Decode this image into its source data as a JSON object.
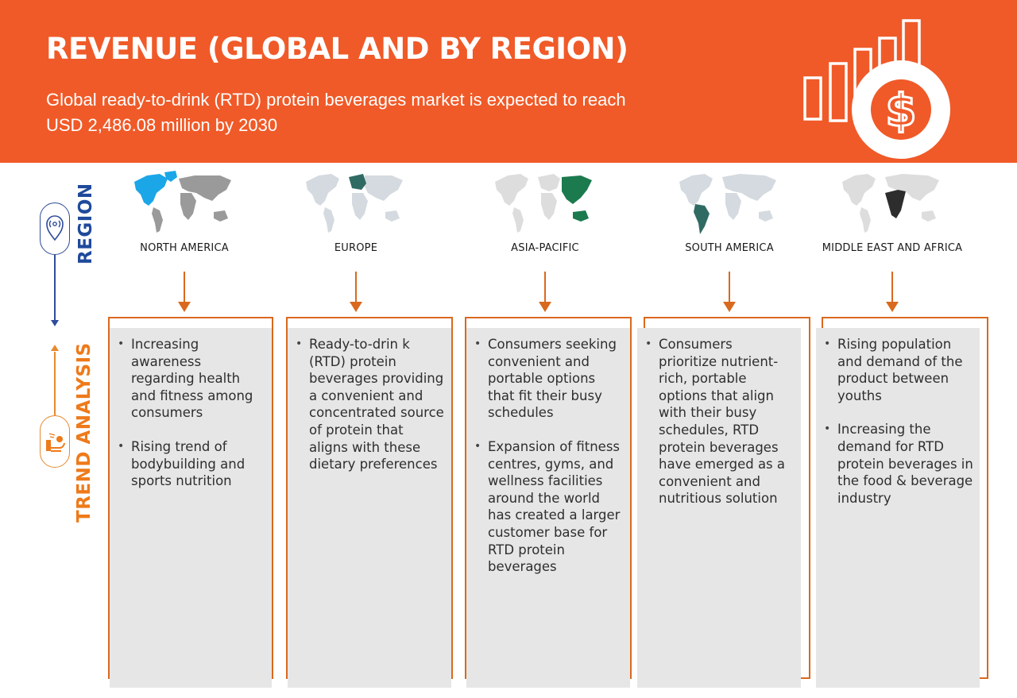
{
  "header": {
    "title": "REVENUE (GLOBAL AND BY REGION)",
    "subtitle_line1": "Global ready-to-drink (RTD) protein beverages market is expected to reach",
    "subtitle_line2": "USD 2,486.08 million by 2030",
    "background_color": "#F05A28",
    "icon": "bar-chart-dollar-coin-icon"
  },
  "rail": {
    "region_label": "REGION",
    "region_icon": "location-pin-icon",
    "region_color": "#1F4A9B",
    "trend_label": "TREND ANALYSIS",
    "trend_icon": "hand-holding-product-icon",
    "trend_color": "#EE7A1A"
  },
  "colors": {
    "arrow_and_bracket": "#D9691E",
    "card_fill": "#E6E6E6",
    "map_base": "#D4DADF"
  },
  "regions": [
    {
      "name": "NORTH AMERICA",
      "map_icon": "world-map-north-america-highlight-icon",
      "highlight_color": "#1BA6E8",
      "base_color": "#9A9A9A",
      "trends": [
        "Increasing awareness regarding health and fitness among consumers",
        "Rising trend of bodybuilding and sports nutrition"
      ]
    },
    {
      "name": "EUROPE",
      "map_icon": "world-map-europe-highlight-icon",
      "highlight_color": "#2F6B63",
      "base_color": "#D4DADF",
      "trends": [
        "Ready-to-drin k (RTD) protein beverages providing a convenient and concentrated source of protein that aligns with these dietary preferences"
      ]
    },
    {
      "name": "ASIA-PACIFIC",
      "map_icon": "world-map-asia-pacific-highlight-icon",
      "highlight_color": "#1B7A4E",
      "base_color": "#DDDDDD",
      "trends": [
        "Consumers seeking convenient and portable options that fit their busy schedules",
        "Expansion of fitness centres, gyms, and wellness facilities around the world has created a larger customer base for RTD protein beverages"
      ]
    },
    {
      "name": "SOUTH AMERICA",
      "map_icon": "world-map-south-america-highlight-icon",
      "highlight_color": "#2F6B63",
      "base_color": "#D4DADF",
      "trends": [
        "Consumers prioritize nutrient-rich, portable options that align with their busy schedules, RTD protein beverages have emerged as a convenient and nutritious solution"
      ]
    },
    {
      "name": "MIDDLE EAST AND AFRICA",
      "map_icon": "world-map-middle-east-africa-highlight-icon",
      "highlight_color": "#2D2D2D",
      "base_color": "#DDDDDD",
      "trends": [
        "Rising population and demand of the product between youths",
        "Increasing the demand for RTD protein beverages in the food & beverage industry"
      ]
    }
  ]
}
